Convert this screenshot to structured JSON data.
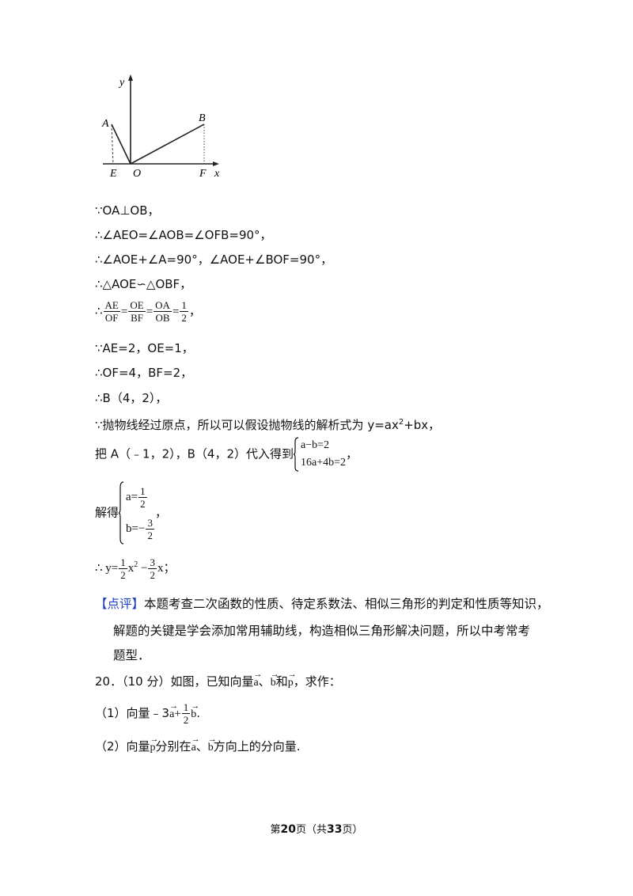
{
  "figure": {
    "labels": {
      "y": "y",
      "x": "x",
      "A": "A",
      "B": "B",
      "E": "E",
      "O": "O",
      "F": "F"
    }
  },
  "lines": {
    "l1": "∵OA⊥OB，",
    "l2": "∴∠AEO=∠AOB=∠OFB=90°，",
    "l3": "∴∠AOE+∠A=90°，∠AOE+∠BOF=90°，",
    "l4": "∴△AOE∽△OBF，",
    "l5_prefix": "∴",
    "l5_f1n": "AE",
    "l5_f1d": "OF",
    "l5_f2n": "OE",
    "l5_f2d": "BF",
    "l5_f3n": "OA",
    "l5_f3d": "OB",
    "l5_f4n": "1",
    "l5_f4d": "2",
    "l5_eq": "=",
    "l5_suffix": "，",
    "l6": "∵AE=2，OE=1，",
    "l7": "∴OF=4，BF=2，",
    "l8": "∴B（4，2），",
    "l9_text": "∵抛物线经过原点，所以可以假设抛物线的解析式为 y=ax",
    "l9_sup": "2",
    "l9_tail": "+bx，",
    "l10_text": "把 A（﹣1，2），B（4，2）代入得到",
    "l10_eq1": "a−b=2",
    "l10_eq2": "16a+4b=2",
    "l10_suffix": "，",
    "l11_text": "解得",
    "l11_a": "a=",
    "l11_an": "1",
    "l11_ad": "2",
    "l11_b": "b=−",
    "l11_bn": "3",
    "l11_bd": "2",
    "l11_suffix": "，",
    "l12_prefix": "∴ y=",
    "l12_f1n": "1",
    "l12_f1d": "2",
    "l12_x2": "x",
    "l12_sup": "2",
    "l12_minus": " −",
    "l12_f2n": "3",
    "l12_f2d": "2",
    "l12_tail": "x；"
  },
  "note": {
    "label": "【点评】",
    "text1": "本题考查二次函数的性质、待定系数法、相似三角形的判定和性质等知识，",
    "text2": "解题的关键是学会添加常用辅助线，构造相似三角形解决问题，所以中考常考",
    "text3": "题型．"
  },
  "q20": {
    "head": "20．（10 分）如图，已知向量",
    "va": "a",
    "sep1": "、",
    "vb": "b",
    "and": "和",
    "vp": "p",
    "tail": "，求作：",
    "p1_prefix": "（1）向量﹣3",
    "p1_va": "a",
    "p1_plus": "+",
    "p1_fn": "1",
    "p1_fd": "2",
    "p1_vb": "b",
    "p1_end": ".",
    "p2_prefix": "（2）向量",
    "p2_vp": "p",
    "p2_mid": "分别在",
    "p2_va": "a",
    "p2_sep": "、",
    "p2_vb": "b",
    "p2_end": "方向上的分向量."
  },
  "footer": {
    "pre": "第",
    "page": "20",
    "mid": "页（共",
    "total": "33",
    "post": "页）"
  }
}
